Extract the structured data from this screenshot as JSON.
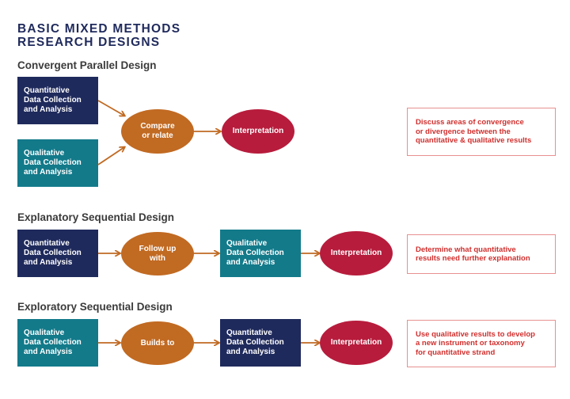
{
  "title": {
    "line1": "BASIC MIXED METHODS",
    "line2": "RESEARCH DESIGNS"
  },
  "convergent": {
    "title": "Convergent Parallel Design",
    "quant_box": [
      "Quantitative",
      "Data Collection",
      "and Analysis"
    ],
    "qual_box": [
      "Qualitative",
      "Data Collection",
      "and Analysis"
    ],
    "compare": [
      "Compare",
      "or relate"
    ],
    "interpretation": "Interpretation",
    "note": [
      "Discuss areas of convergence",
      "or divergence between  the",
      "quantitative & qualitative results"
    ]
  },
  "explanatory": {
    "title": "Explanatory Sequential Design",
    "quant_box": [
      "Quantitative",
      "Data Collection",
      "and Analysis"
    ],
    "follow": [
      "Follow up",
      "with"
    ],
    "qual_box": [
      "Qualitative",
      "Data Collection",
      "and Analysis"
    ],
    "interpretation": "Interpretation",
    "note": [
      "Determine what quantitative",
      "results need further explanation"
    ]
  },
  "exploratory": {
    "title": "Exploratory Sequential Design",
    "qual_box": [
      "Qualitative",
      "Data Collection",
      "and Analysis"
    ],
    "builds": "Builds to",
    "quant_box": [
      "Quantitative",
      "Data Collection",
      "and Analysis"
    ],
    "interpretation": "Interpretation",
    "note": [
      "Use qualitative results to develop",
      "a new instrument or taxonomy",
      "for quantitative strand"
    ]
  },
  "colors": {
    "navy": "#1f2a5c",
    "teal": "#137a8a",
    "orange": "#c16a22",
    "red": "#b71c3c",
    "note_text": "#d0302e"
  }
}
